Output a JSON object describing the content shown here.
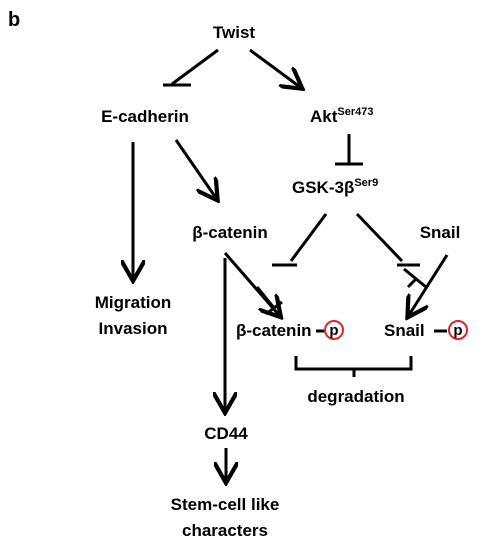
{
  "panel_label": "b",
  "nodes": {
    "twist": "Twist",
    "ecadherin": "E-cadherin",
    "akt": "Akt",
    "akt_sup": "Ser473",
    "gsk": "GSK-3β",
    "gsk_sup": "Ser9",
    "bcatenin": "β-catenin",
    "snail": "Snail",
    "migration": "Migration",
    "invasion": "Invasion",
    "bcatenin_p": "β-catenin",
    "snail_p": "Snail",
    "phospho": "p",
    "degradation": "degradation",
    "cd44": "CD44",
    "stem1": "Stem-cell like",
    "stem2": "characters"
  },
  "colors": {
    "phospho_circle": "#e0242b",
    "text": "#000000"
  }
}
